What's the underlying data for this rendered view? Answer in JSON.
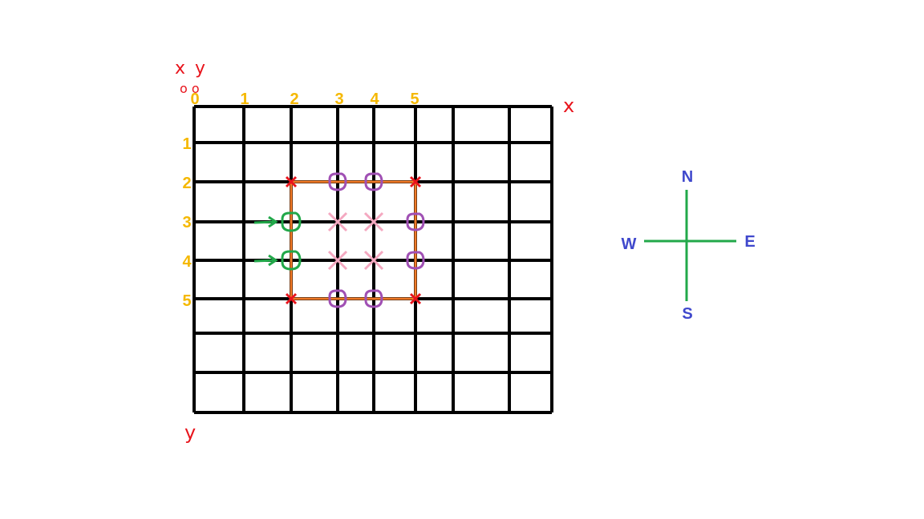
{
  "axes": {
    "origin_label": "0",
    "x_axis_letter": "x",
    "y_axis_letter": "y",
    "corner_label_x": "x",
    "corner_label_y": "y",
    "corner_coords": "o o",
    "x_ticks": [
      "0",
      "1",
      "2",
      "3",
      "4",
      "5"
    ],
    "y_ticks": [
      "1",
      "2",
      "3",
      "4",
      "5"
    ]
  },
  "grid": {
    "x_lines_count": 9,
    "y_lines_count": 9
  },
  "region": {
    "x_range": [
      2,
      5
    ],
    "y_range": [
      2,
      5
    ],
    "corners": [
      [
        2,
        2
      ],
      [
        5,
        2
      ],
      [
        2,
        5
      ],
      [
        5,
        5
      ]
    ]
  },
  "boundary_circles": [
    [
      3,
      2
    ],
    [
      4,
      2
    ],
    [
      5,
      3
    ],
    [
      5,
      4
    ],
    [
      3,
      5
    ],
    [
      4,
      5
    ]
  ],
  "entry_circles": [
    [
      2,
      3
    ],
    [
      2,
      4
    ]
  ],
  "interior_crosses": [
    [
      3,
      3
    ],
    [
      4,
      3
    ],
    [
      3,
      4
    ],
    [
      4,
      4
    ]
  ],
  "compass": {
    "north": "N",
    "south": "S",
    "east": "E",
    "west": "W"
  },
  "colors": {
    "grid": "#000000",
    "tick_labels": "#f5b800",
    "axis_letters": "#e8141c",
    "region_border": "#f07a28",
    "corner_marks": "#e8141c",
    "boundary_circles": "#a050b4",
    "entry_circles": "#22a84a",
    "entry_arrows": "#22a84a",
    "interior_crosses": "#f4a8c0",
    "compass_lines": "#22a84a",
    "compass_letters": "#3f48cc"
  }
}
